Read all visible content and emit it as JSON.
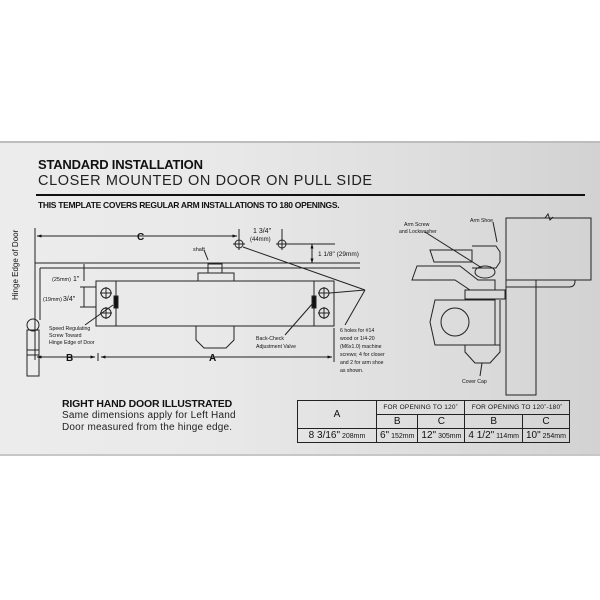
{
  "header": {
    "title": "STANDARD INSTALLATION",
    "subtitle": "CLOSER MOUNTED ON DOOR ON PULL SIDE",
    "coverage_note": "THIS TEMPLATE COVERS REGULAR ARM INSTALLATIONS TO 180 OPENINGS."
  },
  "diagram": {
    "hinge_edge_label": "Hinge Edge of Door",
    "dim_c_label": "C",
    "dim_b_label": "B",
    "dim_a_label": "A",
    "shaft_label": "shaft",
    "hole_spacing_in": "1 3/4\"",
    "hole_spacing_mm": "(44mm)",
    "offset_label": "1 1/8\" (29mm)",
    "top_offset_mm": "(25mm)",
    "top_offset_in": "1\"",
    "hole_gap_mm": "(19mm)",
    "hole_gap_in": "3/4\"",
    "speed_screw_label": [
      "Speed Regulating",
      "Screw Toward",
      "Hinge Edge of Door"
    ],
    "backcheck_label": [
      "Back-Check",
      "Adjustment Valve"
    ],
    "holes_note": [
      "6 holes for #14",
      "wood or 1/4-20",
      "(M6x1.0) machine",
      "screws; 4 for closer",
      "and 2 for arm shoe",
      "as shown."
    ],
    "arm_screw_label": [
      "Arm Screw",
      "and Lockwasher"
    ],
    "arm_shoe_label": "Arm Shoe",
    "cover_cap_label": "Cover Cap"
  },
  "note": {
    "title": "RIGHT HAND DOOR ILLUSTRATED",
    "body": "Same dimensions apply for Left Hand Door measured from the hinge edge."
  },
  "dimensions_table": {
    "col_a_header": "A",
    "group1_header": "FOR OPENING TO 120˚",
    "group2_header": "FOR OPENING TO 120˚-180˚",
    "sub_headers": [
      "B",
      "C",
      "B",
      "C"
    ],
    "row": {
      "a_in": "8 3/16\"",
      "a_mm": "208mm",
      "b1_in": "6\"",
      "b1_mm": "152mm",
      "c1_in": "12\"",
      "c1_mm": "305mm",
      "b2_in": "4 1/2\"",
      "b2_mm": "114mm",
      "c2_in": "10\"",
      "c2_mm": "254mm"
    }
  }
}
